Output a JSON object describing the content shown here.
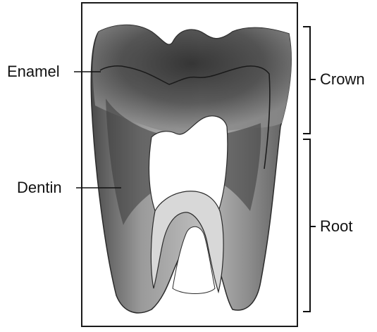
{
  "labels": {
    "enamel": "Enamel",
    "dentin": "Dentin",
    "crown": "Crown",
    "root": "Root"
  },
  "colors": {
    "frame": "#1a1a1a",
    "tooth_dark": "#2a2a2a",
    "tooth_mid": "#6e6e6e",
    "tooth_light": "#c9c9c9",
    "pulp": "#ffffff",
    "line": "#111111"
  }
}
